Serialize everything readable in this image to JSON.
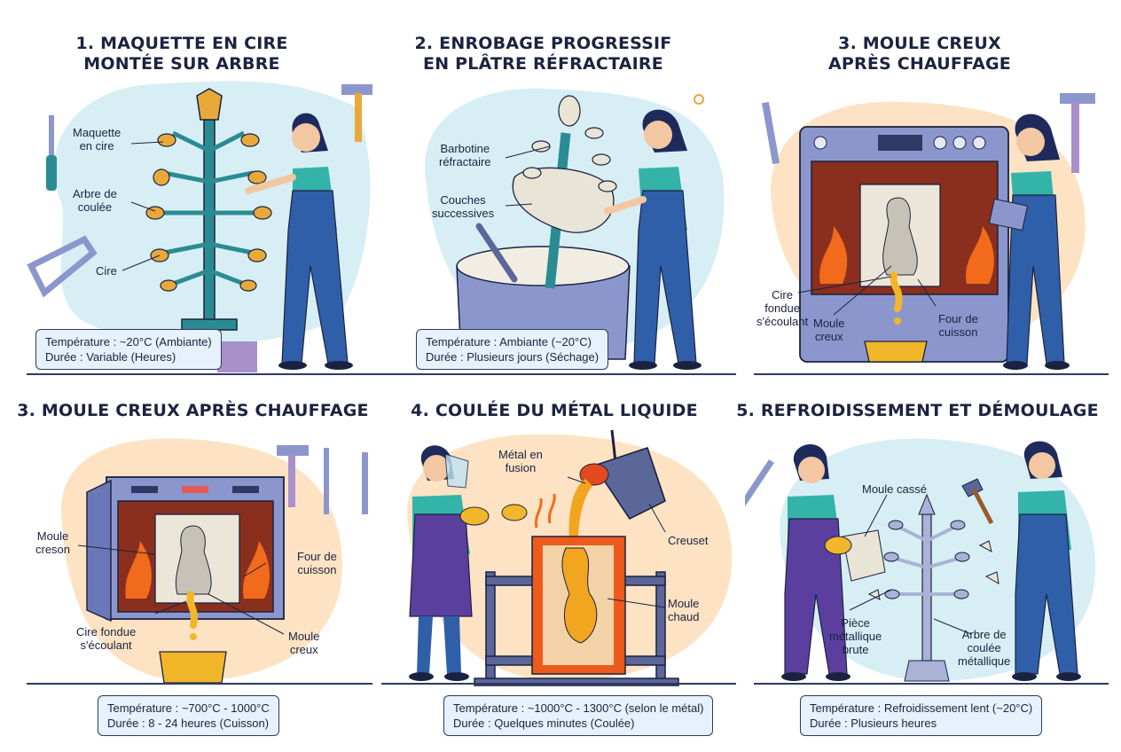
{
  "panels": [
    {
      "title_lines": [
        "1. MAQUETTE EN CIRE",
        "MONTÉE SUR ARBRE"
      ],
      "labels": {
        "maquette": [
          "Maquette",
          "en cire"
        ],
        "arbre": [
          "Arbre de",
          "coulée"
        ],
        "cire": [
          "Cire"
        ]
      },
      "info": [
        "Température : ~20°C (Ambiante)",
        "Durée : Variable (Heures)"
      ]
    },
    {
      "title_lines": [
        "2. ENROBAGE PROGRESSIF",
        "EN PLÂTRE RÉFRACTAIRE"
      ],
      "labels": {
        "barbotine": [
          "Barbotine",
          "réfractaire"
        ],
        "couches": [
          "Couches",
          "successives"
        ]
      },
      "info": [
        "Température : Ambiante (~20°C)",
        "Durée : Plusieurs jours (Séchage)"
      ]
    },
    {
      "title_lines": [
        "3. MOULE CREUX",
        "APRÈS CHAUFFAGE"
      ],
      "labels": {
        "cire": [
          "Cire",
          "fondue",
          "s'écoulant"
        ],
        "moule": [
          "Moule",
          "creux"
        ],
        "four": [
          "Four de",
          "cuisson"
        ]
      },
      "info": []
    },
    {
      "title_lines": [
        "3. MOULE CREUX APRÈS CHAUFFAGE"
      ],
      "labels": {
        "moule_creson": [
          "Moule",
          "creson"
        ],
        "four": [
          "Four de",
          "cuisson"
        ],
        "cire": [
          "Cire fondue",
          "s'écoulant"
        ],
        "moule_creux": [
          "Moule",
          "creux"
        ]
      },
      "info": [
        "Température : ~700°C - 1000°C",
        "Durée : 8 - 24 heures (Cuisson)"
      ]
    },
    {
      "title_lines": [
        "4. COULÉE DU MÉTAL LIQUIDE"
      ],
      "labels": {
        "metal": [
          "Métal en",
          "fusion"
        ],
        "creuset": [
          "Creuset"
        ],
        "moule": [
          "Moule",
          "chaud"
        ]
      },
      "info": [
        "Température : ~1000°C - 1300°C (selon le métal)",
        "Durée : Quelques minutes (Coulée)"
      ]
    },
    {
      "title_lines": [
        "5. REFROIDISSEMENT ET DÉMOULAGE"
      ],
      "labels": {
        "moule_casse": [
          "Moule cassé"
        ],
        "piece": [
          "Pièce",
          "métallique",
          "brute"
        ],
        "arbre": [
          "Arbre de",
          "coulée",
          "métallique"
        ]
      },
      "info": [
        "Température : Refroidissement lent (~20°C)",
        "Durée : Plusieurs heures"
      ]
    }
  ],
  "colors": {
    "navy": "#2d3a63",
    "teal": "#2a8c92",
    "wax": "#e8a93a",
    "blob_blue": "#d7eef5",
    "blob_peach": "#fde3c3",
    "fire": "#f26a1b",
    "overall_blue": "#2f5fa8",
    "shirt": "#34b3a8",
    "purple": "#5b3f9e",
    "oven": "#8b97cc"
  }
}
